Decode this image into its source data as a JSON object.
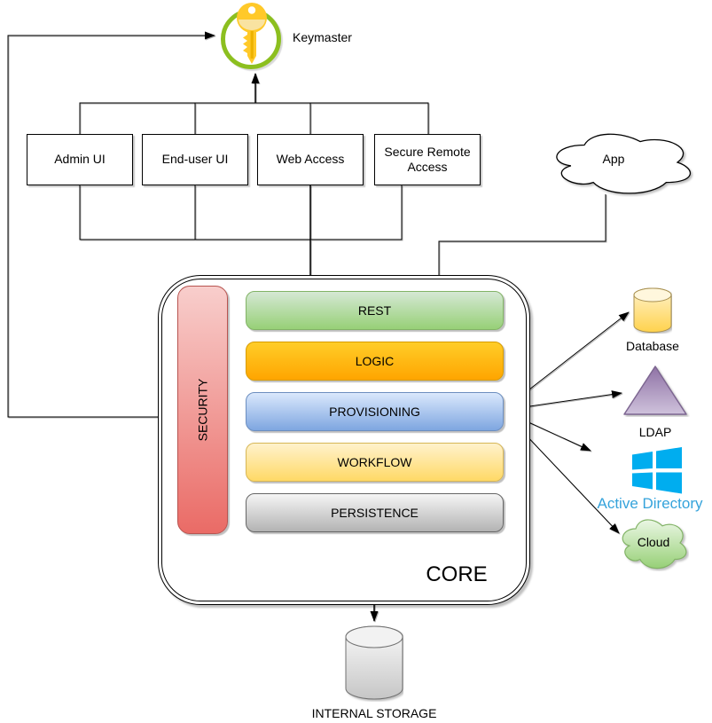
{
  "diagram": {
    "keymaster": {
      "label": "Keymaster",
      "ring_color": "#8CBF1F",
      "key_color": "#FFC929"
    },
    "clients": [
      {
        "label": "Admin UI"
      },
      {
        "label": "End-user UI"
      },
      {
        "label": "Web Access"
      },
      {
        "label": "Secure Remote Access"
      }
    ],
    "app": {
      "label": "App"
    },
    "core": {
      "label": "CORE",
      "security": {
        "label": "SECURITY",
        "color_top": "#f8cecc",
        "color_bottom": "#ea6b66",
        "stroke": "#b85450"
      },
      "layers": [
        {
          "label": "REST",
          "color_top": "#d5e8d4",
          "color_bottom": "#97d077",
          "stroke": "#82b366"
        },
        {
          "label": "LOGIC",
          "color_top": "#ffcd28",
          "color_bottom": "#ffa500",
          "stroke": "#d79b00"
        },
        {
          "label": "PROVISIONING",
          "color_top": "#dae8fc",
          "color_bottom": "#7ea6e0",
          "stroke": "#6c8ebf"
        },
        {
          "label": "WORKFLOW",
          "color_top": "#fff2cc",
          "color_bottom": "#ffd966",
          "stroke": "#d6b656"
        },
        {
          "label": "PERSISTENCE",
          "color_top": "#f5f5f5",
          "color_bottom": "#b3b3b3",
          "stroke": "#666666"
        }
      ]
    },
    "external": [
      {
        "label": "Database",
        "icon": "database-cylinder-icon",
        "color": "#ffd24d"
      },
      {
        "label": "LDAP",
        "icon": "triangle-icon",
        "color": "#9673a6"
      },
      {
        "label": "Active Directory",
        "icon": "windows-logo-icon",
        "color": "#00ADEF",
        "label_color": "#35A3DB"
      },
      {
        "label": "Cloud",
        "icon": "cloud-icon",
        "color": "#97d077"
      }
    ],
    "storage": {
      "label": "INTERNAL STORAGE"
    }
  }
}
